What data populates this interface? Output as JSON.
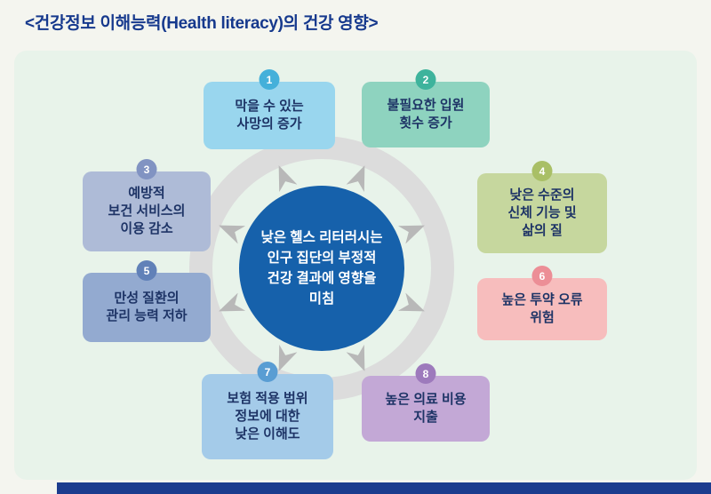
{
  "title": "<건강정보 이해능력(Health literacy)의 건강 영향>",
  "colors": {
    "title_text": "#16398d",
    "page_bg": "#f4f5ef",
    "panel_bg": "#e8f3ea",
    "center_circle": "#1661ab",
    "ring": "#dcdcdc",
    "arrow": "#b8b8b8",
    "card_text": "#1e3466",
    "footer_bar": "#1c3c8e"
  },
  "center": {
    "text": "낮은 헬스 리터러시는\n인구 집단의 부정적\n건강 결과에 영향을\n미침"
  },
  "items": [
    {
      "number": "1",
      "text": "막을 수 있는\n사망의 증가",
      "bg": "#99d6ee",
      "badge_bg": "#44b0da"
    },
    {
      "number": "2",
      "text": "불필요한 입원\n횟수 증가",
      "bg": "#8ed3bf",
      "badge_bg": "#3eb39c"
    },
    {
      "number": "3",
      "text": "예방적\n보건 서비스의\n이용 감소",
      "bg": "#aebbd7",
      "badge_bg": "#8193c2"
    },
    {
      "number": "4",
      "text": "낮은 수준의\n신체 기능 및\n삶의 질",
      "bg": "#c6d79e",
      "badge_bg": "#a9bf66"
    },
    {
      "number": "5",
      "text": "만성 질환의\n관리 능력 저하",
      "bg": "#93aad0",
      "badge_bg": "#6181b8"
    },
    {
      "number": "6",
      "text": "높은 투약 오류\n위험",
      "bg": "#f7bdbd",
      "badge_bg": "#ec8e96"
    },
    {
      "number": "7",
      "text": "보험 적용 범위\n정보에 대한\n낮은 이해도",
      "bg": "#a4cbe9",
      "badge_bg": "#599dd3"
    },
    {
      "number": "8",
      "text": "높은 의료 비용\n지출",
      "bg": "#c3a8d6",
      "badge_bg": "#9d7abc"
    }
  ]
}
